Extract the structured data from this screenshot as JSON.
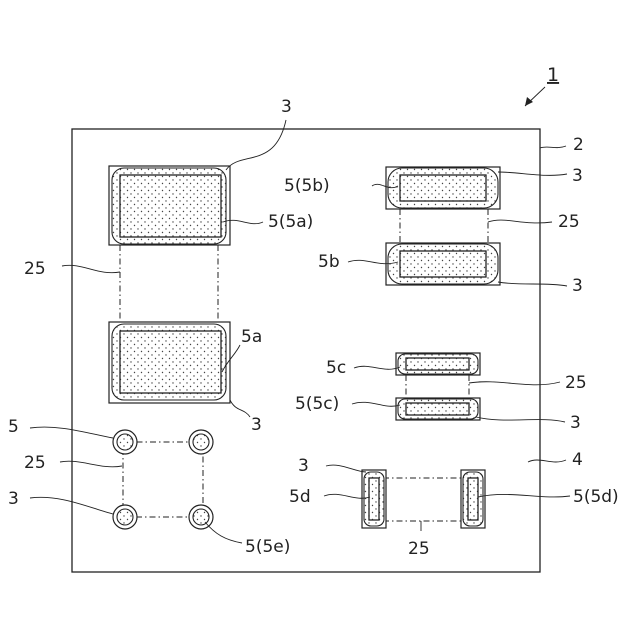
{
  "labels": {
    "ref_1": "1",
    "ref_2": "2",
    "ref_4": "4",
    "a_top_3": "3",
    "a_top_5": "5(5a)",
    "a_25": "25",
    "a_bot_5": "5a",
    "a_bot_3": "3",
    "b_top_5": "5(5b)",
    "b_top_3": "3",
    "b_25": "25",
    "b_bot_5": "5b",
    "b_bot_3": "3",
    "c_top_5": "5c",
    "c_25": "25",
    "c_bot_5": "5(5c)",
    "c_bot_3": "3",
    "d_3": "3",
    "d_5d": "5d",
    "d_5": "5(5d)",
    "d_25": "25",
    "e_5": "5",
    "e_25": "25",
    "e_3": "3",
    "e_5e": "5(5e)"
  }
}
